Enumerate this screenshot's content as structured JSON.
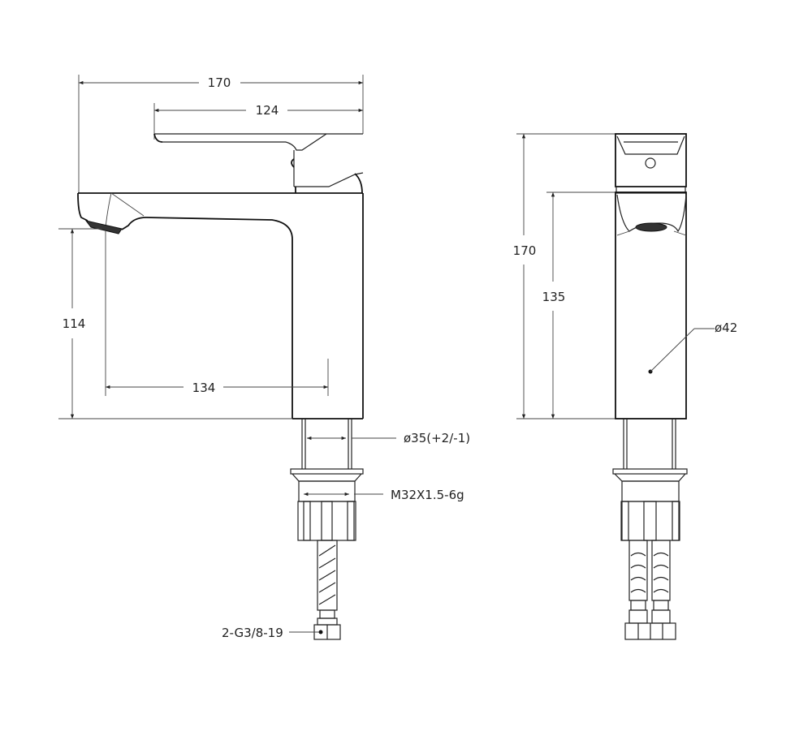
{
  "drawing": {
    "subject": "single-lever basin faucet technical drawing",
    "line_color": "#111111",
    "background": "#ffffff",
    "side_view": {
      "dimensions": {
        "overall_length": "170",
        "lever_length": "124",
        "spout_height": "114",
        "spout_reach": "134",
        "shank_diameter": "ø35(+2/-1)",
        "thread": "M32X1.5-6g",
        "hose_connection": "2-G3/8-19"
      }
    },
    "front_view": {
      "dimensions": {
        "overall_height": "170",
        "body_height": "135",
        "body_diameter": "ø42"
      }
    }
  }
}
